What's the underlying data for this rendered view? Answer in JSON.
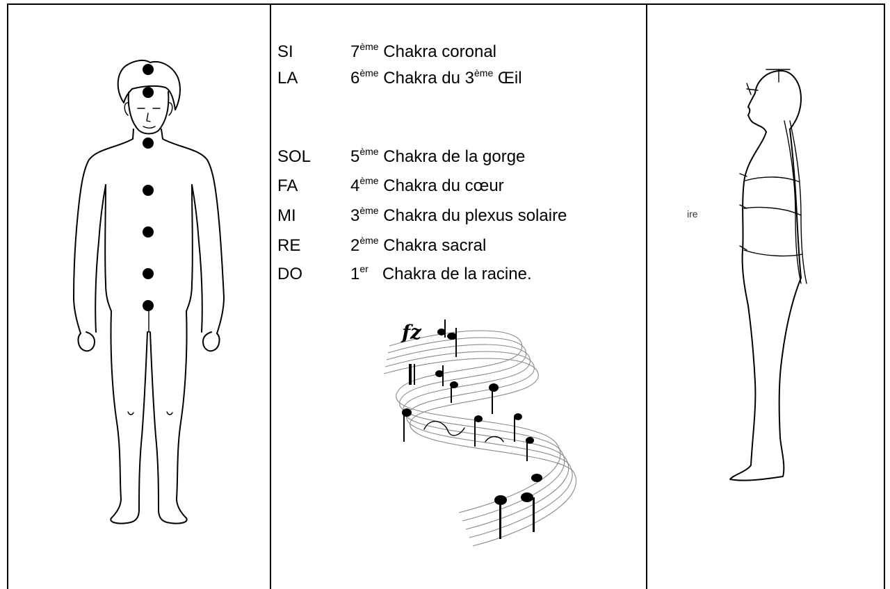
{
  "chakras": [
    {
      "note": "SI",
      "ordinal": "7",
      "suffix": "ème",
      "name": "Chakra coronal"
    },
    {
      "note": "LA",
      "ordinal": "6",
      "suffix": "ème",
      "name_pre": "Chakra du 3",
      "name_sup": "ème",
      "name_post": " Œil"
    },
    {
      "note": "SOL",
      "ordinal": "5",
      "suffix": "ème",
      "name": "Chakra de la gorge"
    },
    {
      "note": "FA",
      "ordinal": "4",
      "suffix": "ème",
      "name": "Chakra du cœur"
    },
    {
      "note": "MI",
      "ordinal": "3",
      "suffix": "ème",
      "name": "Chakra du plexus solaire"
    },
    {
      "note": "RE",
      "ordinal": "2",
      "suffix": "ème",
      "name": "Chakra sacral"
    },
    {
      "note": "DO",
      "ordinal": "1",
      "suffix": "er",
      "name": "Chakra de la racine."
    }
  ],
  "score": {
    "dynamic": "fz"
  },
  "side_figure": {
    "fragment_label": "ire"
  }
}
